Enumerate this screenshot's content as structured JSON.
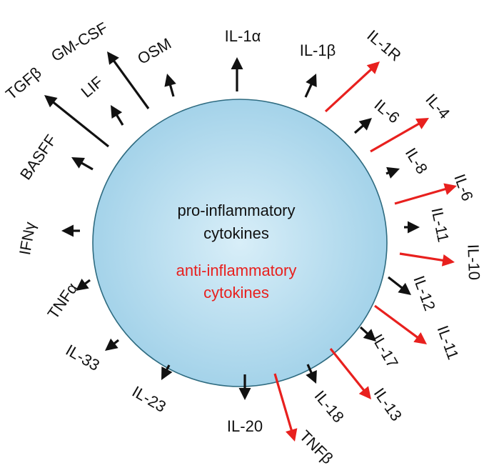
{
  "center": {
    "pro_line1": "pro-inflammatory",
    "pro_line2": "cytokines",
    "anti_line1": "anti-inflammatory",
    "anti_line2": "cytokines"
  },
  "colors": {
    "pro": "#111111",
    "anti": "#e8201e",
    "cell_fill_inner": "#d8eef8",
    "cell_fill_outer": "#9fd0e8",
    "cell_stroke": "#2e6b80"
  },
  "cytokines": [
    {
      "label": "IL-1α",
      "type": "pro"
    },
    {
      "label": "IL-1β",
      "type": "pro"
    },
    {
      "label": "IL-1R",
      "type": "anti"
    },
    {
      "label": "IL-6",
      "type": "pro"
    },
    {
      "label": "IL-4",
      "type": "anti"
    },
    {
      "label": "IL-8",
      "type": "pro"
    },
    {
      "label": "IL-6",
      "type": "anti"
    },
    {
      "label": "IL-11",
      "type": "pro"
    },
    {
      "label": "IL-10",
      "type": "anti"
    },
    {
      "label": "IL-12",
      "type": "pro"
    },
    {
      "label": "IL-11",
      "type": "anti"
    },
    {
      "label": "IL-17",
      "type": "pro"
    },
    {
      "label": "IL-13",
      "type": "anti"
    },
    {
      "label": "IL-18",
      "type": "pro"
    },
    {
      "label": "TNFβ",
      "type": "anti"
    },
    {
      "label": "IL-20",
      "type": "pro"
    },
    {
      "label": "IL-23",
      "type": "pro"
    },
    {
      "label": "IL-33",
      "type": "pro"
    },
    {
      "label": "TNFα",
      "type": "pro"
    },
    {
      "label": "IFNγ",
      "type": "pro"
    },
    {
      "label": "BASFF",
      "type": "pro"
    },
    {
      "label": "TGFβ",
      "type": "pro"
    },
    {
      "label": "LIF",
      "type": "pro"
    },
    {
      "label": "GM-CSF",
      "type": "pro"
    },
    {
      "label": "OSM",
      "type": "pro"
    }
  ]
}
